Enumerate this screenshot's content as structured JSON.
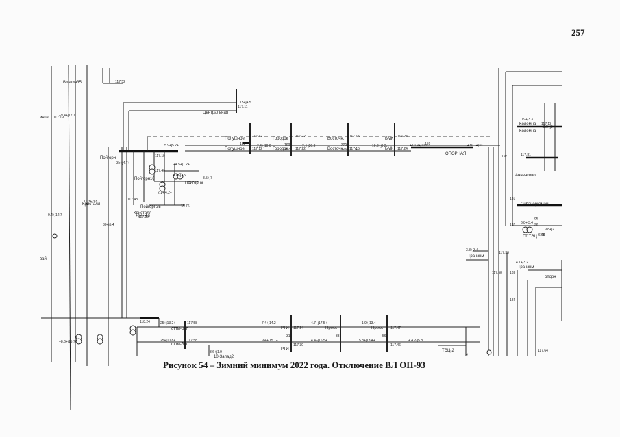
{
  "page": {
    "number": "257"
  },
  "figure": {
    "caption": "Рисунок 54 – Зимний минимум 2022 года. Отключение ВЛ ОП-93"
  },
  "diagram": {
    "substations": {
      "tsentralnaya": "Центральная",
      "polushnoe_1": "Полушное",
      "polushnoe_2": "Полушное",
      "gorodok_1": "Городок",
      "gorodok_2": "Городок",
      "vostochnaya_1": "Восточн.",
      "vostochnaya_2": "Восточн.",
      "bmk_1": "БМК",
      "bmk_2": "БМК",
      "opornaya": "ОПОРНАЯ",
      "poygorn": "Пойгорн",
      "poygorn10": "Пойгорн10",
      "poygorn6": "Пойгорн6",
      "poygorn35": "Пойгорн35",
      "kristall_1": "Кристалл",
      "kristall_2": "Кристалл",
      "vlakino": "Влакин35",
      "integ": "интег",
      "rtm_1": "РТИ",
      "rtm_2": "РТИ",
      "press_1": "Пресс",
      "press_2": "Пресс",
      "ottm_1": "оттм-Зап",
      "ottm_2": "оттм-Зап",
      "zapad": "10-Запад2",
      "tets2": "ТЭЦ-2",
      "tranzhm_1": "Транзнм",
      "tranzhm_2": "Транзнм",
      "sibenergomash": "Сибэнергомаш",
      "annenkovo": "Анненково",
      "kolomna_1": "Коломна",
      "kolomna_2": "Коломна",
      "gt_tets": "ГТ ТЭЦ",
      "opornaya_r": "опорн",
      "vai": "вай"
    },
    "bus_voltages": {
      "v_tsentr": "117.11",
      "v_pol1": "117.12",
      "v_pol2": "117.12",
      "v_gor1": "117.22",
      "v_gor2": "117.22",
      "v_vost1": "117.15",
      "v_vost2": "117.15",
      "v_bmk1": "117.24",
      "v_bmk2": "117.24",
      "v_opornaya": "117.36",
      "v_poy10": "117.18",
      "v_poy6": "117.40",
      "v_poy35": "35.76",
      "v_kris1": "117.48",
      "v_kris2": "117.32",
      "v_rtm1": "117.34",
      "v_rtm2": "117.30",
      "v_press1": "117.47",
      "v_press2": "117.46",
      "v_ottm1": "117.58",
      "v_ottm2": "117.58",
      "v_left": "117.19",
      "v_topleft": "117.52",
      "v_tets": "117.64",
      "v_tranzhm": "117.58",
      "v_kolomna": "117.13",
      "v_annenkovo": "117.81",
      "v_gt": "6.40",
      "v_eb": "118.24"
    },
    "flows": {
      "f_tsentr": "15+j4.5",
      "f1": "+7.4+j19.9",
      "f2": "+7.4-j20.8",
      "f3": "+19.8+j9.2",
      "f4": "+10.9+j10.4",
      "f5": "+30.7+j10",
      "f6": "+4.5+j1.2+",
      "f7": "4.8+j3.5",
      "f8": "8.5+j7",
      "f9": "11.3+j3.8",
      "f10": "+8.4+j4.5",
      "f11": "+9.4+j12.7",
      "f12": "7.4+j14.2+",
      "f13": "4.7+j17.5+",
      "f14": "1.9+j13.4",
      "f15": "9.4+j15.7+",
      "f16": "4.4+j16.5+",
      "f17": "5.8+j13.4+",
      "f18": "+ 4.2-j5.8",
      "f19": "25+j13.2+",
      "f20": "25+j10.8+",
      "f21": "3.8+j3.4",
      "f22": "4.1+j3.2",
      "f23": "0.9+j3.3",
      "f24": "6.8+j3.4",
      "f25": "9.8+j2",
      "f26": "5.9+j5.2+",
      "f27": "3.6+j1.9",
      "f28": "+8.6+j15.7",
      "f29": "+8.5+j3",
      "f30": "9.4+j12.7",
      "f31": "3e+j4.7+",
      "f32": "30+j5.4",
      "f33": "2.1+j4.2+"
    },
    "line_labels": {
      "l158": "158",
      "l159": "159",
      "l167": "167",
      "l168": "168",
      "l225": "225",
      "l226": "226",
      "l197": "197",
      "l181": "181",
      "l182": "182",
      "l183": "183",
      "l184": "184",
      "l4": "4",
      "l31": "31",
      "l33": "33",
      "l56": "56",
      "l57": "57",
      "l95": "95",
      "l96": "96",
      "l98": "98"
    }
  }
}
